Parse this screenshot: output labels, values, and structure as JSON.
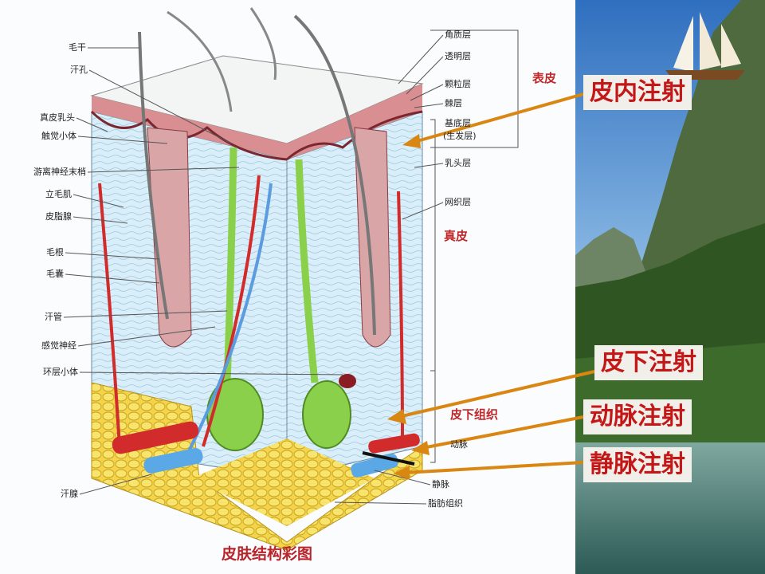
{
  "diagram": {
    "caption": "皮肤结构彩图",
    "left_labels": [
      "毛干",
      "汗孔",
      "真皮乳头",
      "触觉小体",
      "游离神经末梢",
      "立毛肌",
      "皮脂腺",
      "毛根",
      "毛囊",
      "汗管",
      "感觉神经",
      "环层小体",
      "汗腺"
    ],
    "right_labels": [
      "角质层",
      "透明层",
      "颗粒层",
      "棘层",
      "基底层",
      "(生发层)",
      "乳头层",
      "网织层",
      "动脉",
      "静脉",
      "脂肪组织"
    ],
    "group_labels": {
      "epidermis": "表皮",
      "dermis": "真皮",
      "subcutis": "皮下组织"
    }
  },
  "callouts": [
    "皮内注射",
    "皮下注射",
    "动脉注射",
    "静脉注射"
  ],
  "colors": {
    "arrow": "#d98612",
    "callout_text": "#c41818",
    "callout_bg": "#f0efe9"
  }
}
